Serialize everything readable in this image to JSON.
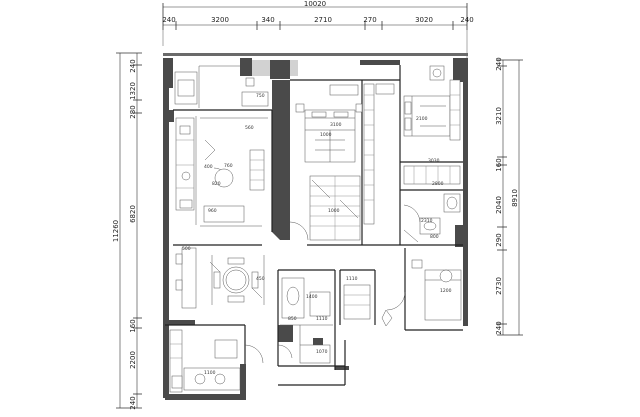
{
  "top_dimensions": {
    "overall": "10020",
    "segments": [
      "240",
      "3200",
      "340",
      "2710",
      "270",
      "3020",
      "240"
    ]
  },
  "left_dimensions": {
    "overall": "11260",
    "segments": [
      "240",
      "1320",
      "280",
      "6820",
      "160",
      "2200",
      "240"
    ]
  },
  "right_dimensions": {
    "overall": "8910",
    "segments": [
      "240",
      "3210",
      "160",
      "2040",
      "290",
      "2730",
      "240"
    ]
  },
  "plan_notes": {
    "n1": "3100",
    "n2": "1000",
    "n3": "2100",
    "n4": "750",
    "n5": "560",
    "n6": "3030",
    "n7": "2310",
    "n8": "800",
    "n9": "1000",
    "n10": "1200",
    "n11": "1110",
    "n12": "760",
    "n13": "850",
    "n14": "1400",
    "n15": "2800",
    "n16": "820",
    "n17": "450",
    "n18": "1070",
    "n19": "500",
    "n20": "400",
    "n21": "1100",
    "n22": "1110",
    "n23": "960"
  }
}
